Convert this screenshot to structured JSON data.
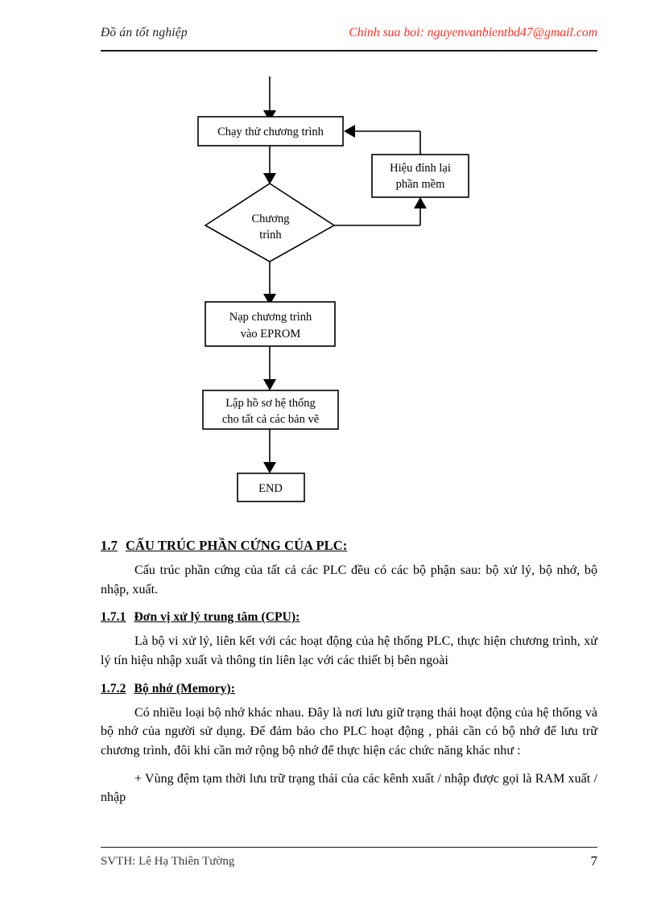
{
  "header": {
    "left_text": "Đồ án tốt nghiệp",
    "right_text": "Chinh sua boi: nguyenvanbientbd47@gmail.com",
    "right_color": "#ff2d1f"
  },
  "flowchart": {
    "nodes": {
      "run_test": "Chạy thử chương trình",
      "revise_software_line1": "Hiệu đính lại",
      "revise_software_line2": "phần mềm",
      "decision_line1": "Chương",
      "decision_line2": "trình",
      "load_eprom_line1": "Nạp chương trình",
      "load_eprom_line2": "vào EPROM",
      "documentation_line1": "Lập hồ sơ hệ thống",
      "documentation_line2": "cho tất cả các bản vẽ",
      "end": "END"
    },
    "stroke_color": "#000000"
  },
  "content": {
    "section_1_7": {
      "number": "1.7",
      "title": "CẤU TRÚC PHẦN CỨNG CỦA PLC:",
      "paragraph": "Cấu trúc phần cứng của tất cả các PLC đều có các bộ phận sau: bộ xử lý, bộ nhớ, bộ nhập, xuất."
    },
    "section_1_7_1": {
      "number": "1.7.1",
      "title": "Đơn vị xử lý trung tâm (CPU):",
      "paragraph": "Là bộ vi xử lý, liên kết với các hoạt động của hệ thống PLC, thực hiện chương trình, xử lý tín hiệu nhập xuất và thông tin liên lạc với các thiết bị bên ngoài"
    },
    "section_1_7_2": {
      "number": "1.7.2",
      "title": "Bộ nhớ (Memory):",
      "paragraph": "Có nhiều loại bộ nhớ khác nhau. Đây là nơi lưu giữ trạng thái hoạt động của hệ thống và bộ nhớ của người sử dụng. Để đảm bảo cho PLC hoạt động , phải cần có bộ nhớ để lưu trữ chương trình, đôi khi cần mở rộng bộ nhớ để thực hiện các chức năng khác như :",
      "bullet": "+  Vùng đệm tạm thời lưu trữ trạng thái của các kênh xuất / nhập được gọi là RAM xuất / nhập"
    }
  },
  "footer": {
    "left_text": "SVTH: Lê Hạ Thiên Tường",
    "page_number": "7"
  }
}
